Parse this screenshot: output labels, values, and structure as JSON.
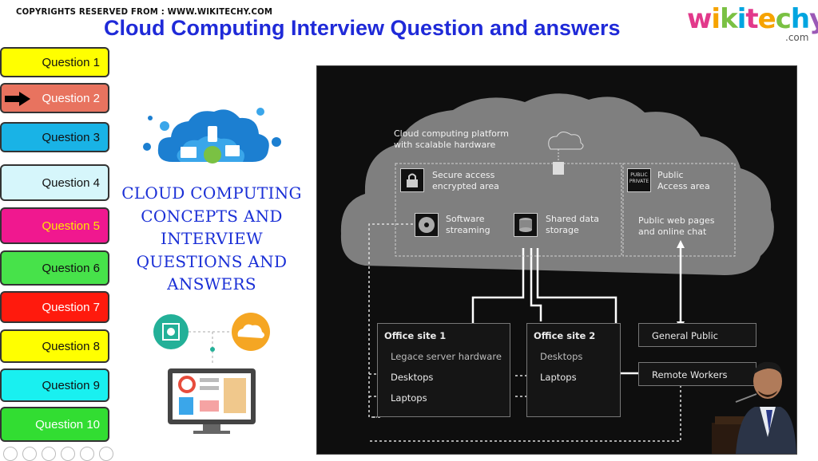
{
  "header": {
    "copyright": "COPYRIGHTS RESERVED FROM : WWW.WIKITECHY.COM",
    "title": "Cloud Computing Interview Question and answers",
    "brand": "wikitechy",
    "brand_suffix": ".com"
  },
  "sidebar": {
    "items": [
      {
        "label": "Question 1",
        "color": "#ffff00",
        "text_color": "#111111"
      },
      {
        "label": "Question 2",
        "color": "#e8735f",
        "text_color": "#ffffff"
      },
      {
        "label": "Question 3",
        "color": "#19b3e6",
        "text_color": "#111111"
      },
      {
        "label": "Question 4",
        "color": "#d6f6fb",
        "text_color": "#111111"
      },
      {
        "label": "Question 5",
        "color": "#f0188f",
        "text_color": "#ffe600"
      },
      {
        "label": "Question 6",
        "color": "#47e24a",
        "text_color": "#111111"
      },
      {
        "label": "Question 7",
        "color": "#ff1a0d",
        "text_color": "#ffffff"
      },
      {
        "label": "Question 8",
        "color": "#ffff00",
        "text_color": "#111111"
      },
      {
        "label": "Question 9",
        "color": "#19f0f0",
        "text_color": "#111111"
      },
      {
        "label": "Question 10",
        "color": "#32dd32",
        "text_color": "#ffffff"
      }
    ],
    "active_index": 1
  },
  "concept_text": [
    "CLOUD COMPUTING",
    "CONCEPTS AND",
    "INTERVIEW",
    "QUESTIONS AND",
    "ANSWERS"
  ],
  "diagram": {
    "platform_label": [
      "Cloud computing platform",
      "with scalable hardware"
    ],
    "secure": [
      "Secure access",
      "encrypted area"
    ],
    "public": [
      "Public",
      "Access area"
    ],
    "public_icon_text": [
      "PUBLIC",
      "PRIVATE"
    ],
    "software": [
      "Software",
      "streaming"
    ],
    "shared": [
      "Shared data",
      "storage"
    ],
    "public_web": [
      "Public web pages",
      "and online chat"
    ],
    "office1": {
      "title": "Office site 1",
      "items": [
        "Legace server hardware",
        "Desktops",
        "Laptops"
      ]
    },
    "office2": {
      "title": "Office site 2",
      "items": [
        "Desktops",
        "Laptops"
      ]
    },
    "general_public": "General Public",
    "remote_workers": "Remote Workers"
  }
}
